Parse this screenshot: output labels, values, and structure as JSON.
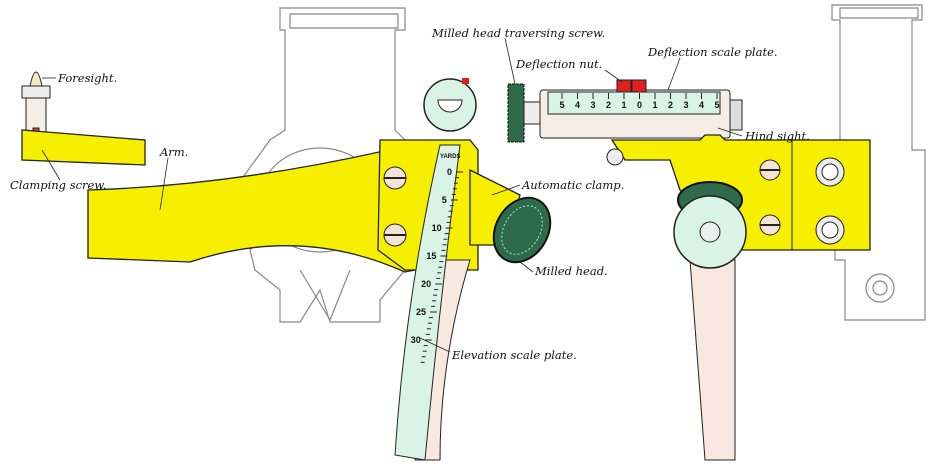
{
  "labels": {
    "foresight": "Foresight.",
    "clamping_screw": "Clamping screw.",
    "arm": "Arm.",
    "milled_head_traversing_screw": "Milled head traversing screw.",
    "deflection_nut": "Deflection nut.",
    "deflection_scale_plate": "Deflection scale plate.",
    "hind_sight": "Hind sight.",
    "automatic_clamp": "Automatic clamp.",
    "milled_head": "Milled head.",
    "elevation_scale_plate": "Elevation scale plate."
  },
  "deflection_scale": [
    "5",
    "4",
    "3",
    "2",
    "1",
    "0",
    "1",
    "2",
    "3",
    "4",
    "5"
  ],
  "elevation_scale": {
    "unit": "YARDS",
    "ticks": [
      "0",
      "5",
      "10",
      "15",
      "20",
      "25",
      "30"
    ]
  },
  "colors": {
    "yellow": "#f7ef00",
    "scale": "#d9f3e6",
    "knob": "#2f6b4a",
    "nut": "#e02020"
  }
}
